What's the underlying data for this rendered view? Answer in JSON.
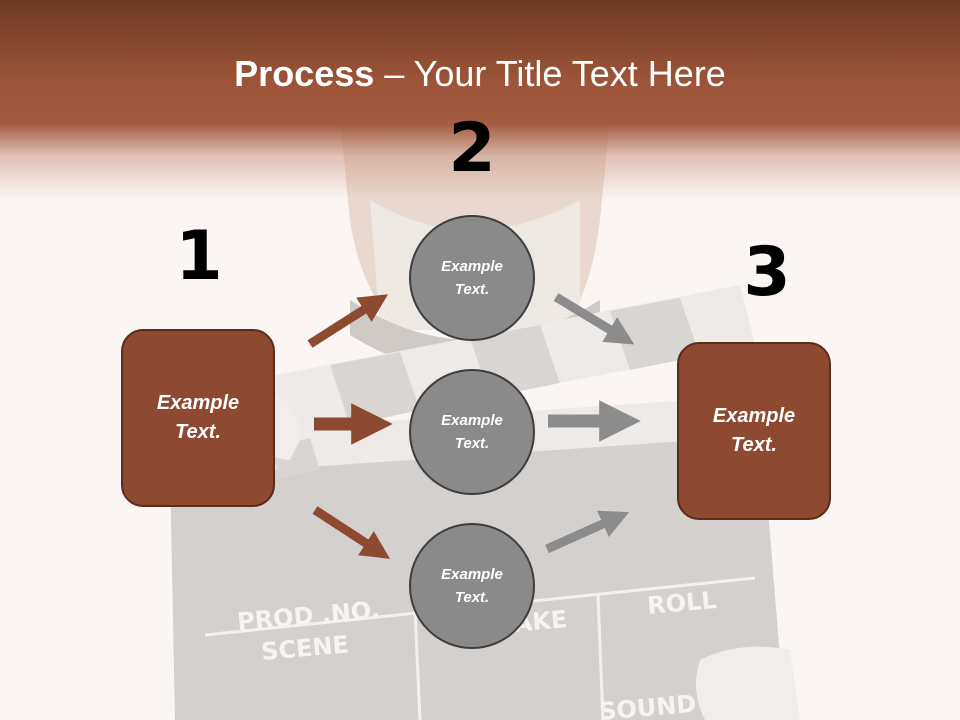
{
  "slide": {
    "title_bold": "Process",
    "title_rest": " – Your Title Text Here"
  },
  "steps": {
    "one": "1",
    "two": "2",
    "three": "3"
  },
  "boxes": {
    "left": "Example Text.",
    "right": "Example Text."
  },
  "circles": {
    "top": "Example Text.",
    "middle": "Example Text.",
    "bottom": "Example Text."
  },
  "background": {
    "clapperboard_labels": [
      "PROD .NO.",
      "SCENE",
      "TAKE",
      "ROLL",
      "SOUND"
    ]
  },
  "colors": {
    "title_band": "#9b5437",
    "box_fill": "#8e4a31",
    "box_border": "#5c2a1a",
    "circle_fill": "#8a8a8a",
    "brown_arrow": "#8e4a31",
    "gray_arrow": "#8c8c8c"
  }
}
